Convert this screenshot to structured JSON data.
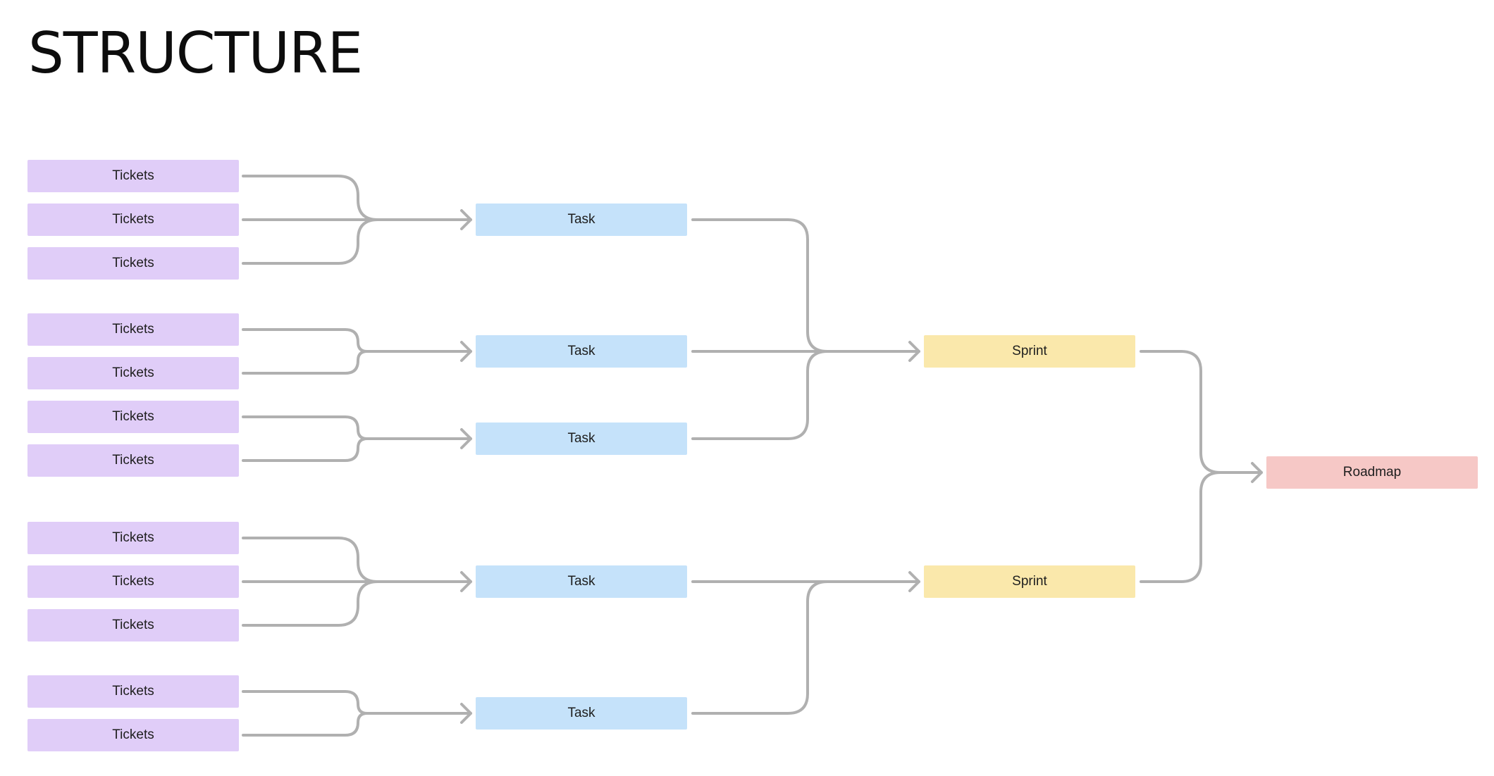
{
  "title": "STRUCTURE",
  "colors": {
    "ticket": "#e0cdf8",
    "task": "#c5e2fa",
    "sprint": "#fae8ab",
    "roadmap": "#f6c8c6",
    "connector": "#b0b0b0"
  },
  "tickets": [
    {
      "label": "Tickets"
    },
    {
      "label": "Tickets"
    },
    {
      "label": "Tickets"
    },
    {
      "label": "Tickets"
    },
    {
      "label": "Tickets"
    },
    {
      "label": "Tickets"
    },
    {
      "label": "Tickets"
    },
    {
      "label": "Tickets"
    },
    {
      "label": "Tickets"
    },
    {
      "label": "Tickets"
    },
    {
      "label": "Tickets"
    },
    {
      "label": "Tickets"
    }
  ],
  "tasks": [
    {
      "label": "Task"
    },
    {
      "label": "Task"
    },
    {
      "label": "Task"
    },
    {
      "label": "Task"
    },
    {
      "label": "Task"
    }
  ],
  "sprints": [
    {
      "label": "Sprint"
    },
    {
      "label": "Sprint"
    }
  ],
  "roadmap": {
    "label": "Roadmap"
  }
}
